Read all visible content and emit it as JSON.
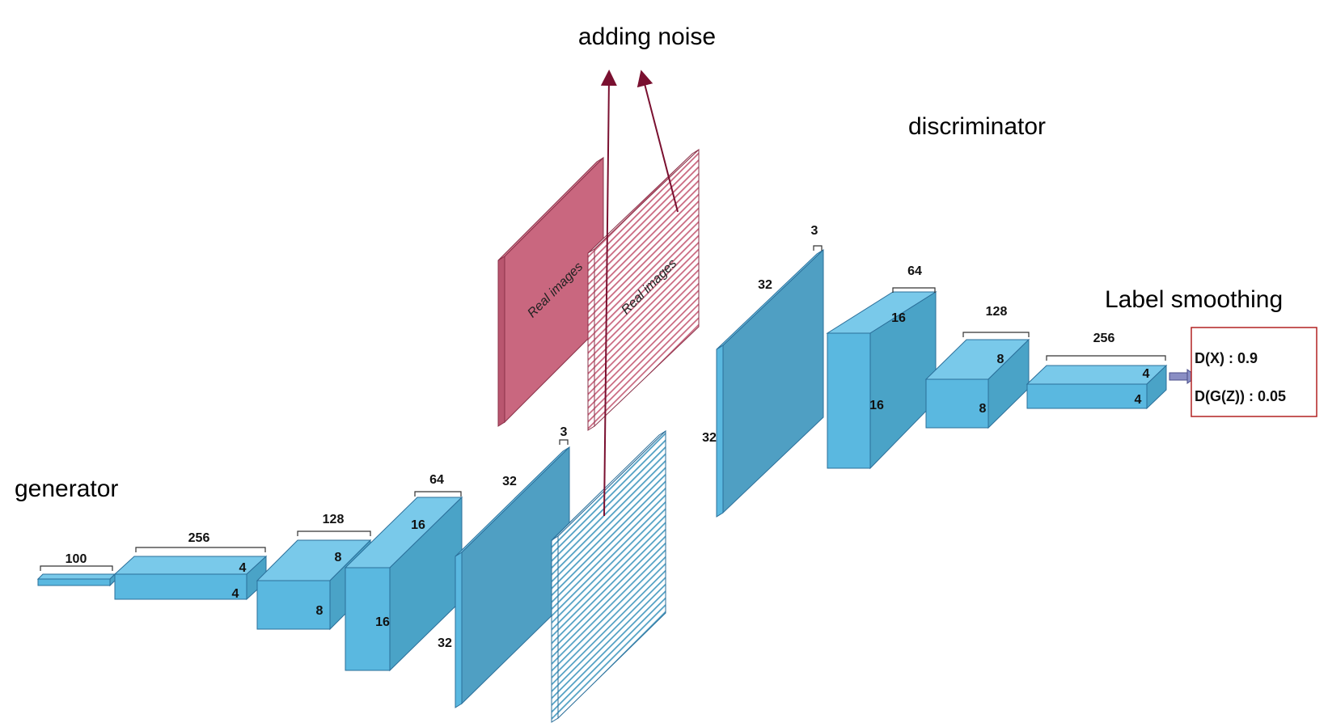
{
  "titles": {
    "adding_noise": "adding noise",
    "discriminator": "discriminator",
    "generator": "generator",
    "label_smoothing": "Label smoothing"
  },
  "real_images_label": "Real images",
  "generator_labels": {
    "l100": "100",
    "l256_top": "256",
    "l256_a": "4",
    "l256_b": "4",
    "l128_top": "128",
    "l128_a": "8",
    "l128_b": "8",
    "l64_top": "64",
    "l64_a": "16",
    "l64_b": "16",
    "l32_top": "32",
    "l32_b": "32",
    "l3": "3"
  },
  "discriminator_labels": {
    "l3": "3",
    "l32_top": "32",
    "l32_b": "32",
    "l64_top": "64",
    "l64_a": "16",
    "l64_b": "16",
    "l128_top": "128",
    "l128_a": "8",
    "l128_b": "8",
    "l256_top": "256",
    "l256_a": "4",
    "l256_b": "4"
  },
  "outputs": {
    "dx": "D(X) : 0.9",
    "dgz": "D(G(Z)) : 0.05"
  },
  "colors": {
    "block_front": "#5ab8e0",
    "block_top": "#79c9ea",
    "block_side": "#4aa3c7",
    "plane": "#4f9fc3",
    "real": "#c9677f",
    "arrow": "#7a1030",
    "box_border": "#b22222"
  }
}
